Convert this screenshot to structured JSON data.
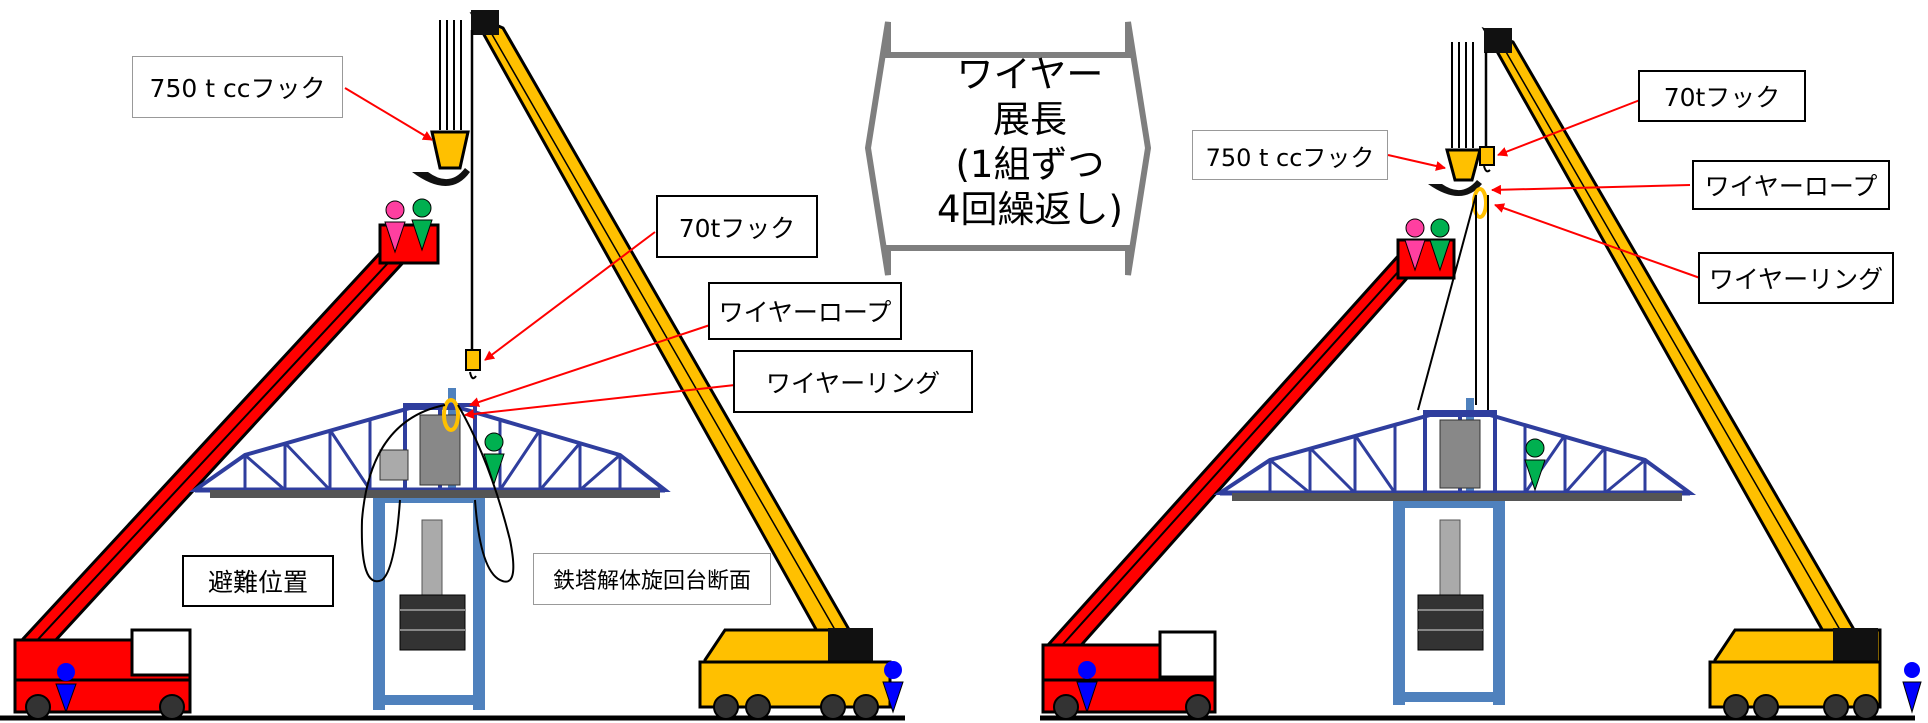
{
  "left_scene": {
    "hook_750_label": "750 t ccフック",
    "hook_70_label": "70tフック",
    "wire_rope_label": "ワイヤーロープ",
    "wire_ring_label": "ワイヤーリング",
    "evacuation_label": "避難位置",
    "section_label": "鉄塔解体旋回台断面"
  },
  "center_arrow": {
    "line1": "ワイヤー",
    "line2": "展長",
    "line3": "(1組ずつ",
    "line4": "4回繰返し)"
  },
  "right_scene": {
    "hook_750_label": "750 t ccフック",
    "hook_70_label": "70tフック",
    "wire_rope_label": "ワイヤーロープ",
    "wire_ring_label": "ワイヤーリング"
  },
  "colors": {
    "crane_yellow": "#FFC000",
    "aerial_red": "#FF0000",
    "truss_blue": "#2F3E9E",
    "column_blue": "#4F81BD",
    "leader_red": "#FF0000",
    "arrow_gray": "#7F7F7F",
    "worker_pink": "#FF3FA0",
    "worker_green": "#00B050",
    "worker_blue": "#0000FF"
  }
}
